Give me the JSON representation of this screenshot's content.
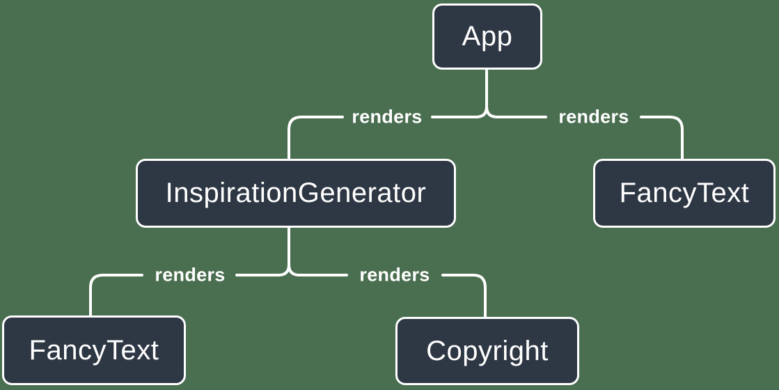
{
  "diagram": {
    "type": "component-render-tree",
    "nodes": [
      {
        "id": "app",
        "label": "App"
      },
      {
        "id": "inspiration-generator",
        "label": "InspirationGenerator"
      },
      {
        "id": "fancy-text-top",
        "label": "FancyText"
      },
      {
        "id": "fancy-text-bottom",
        "label": "FancyText"
      },
      {
        "id": "copyright",
        "label": "Copyright"
      }
    ],
    "edges": [
      {
        "from": "App",
        "to": "InspirationGenerator",
        "label": "renders"
      },
      {
        "from": "App",
        "to": "FancyText",
        "label": "renders"
      },
      {
        "from": "InspirationGenerator",
        "to": "FancyText",
        "label": "renders"
      },
      {
        "from": "InspirationGenerator",
        "to": "Copyright",
        "label": "renders"
      }
    ],
    "theme": {
      "background": "#4a6e50",
      "node_fill": "#2e3744",
      "node_border": "#ffffff",
      "text_color": "#ffffff",
      "line_color": "#ffffff"
    }
  }
}
